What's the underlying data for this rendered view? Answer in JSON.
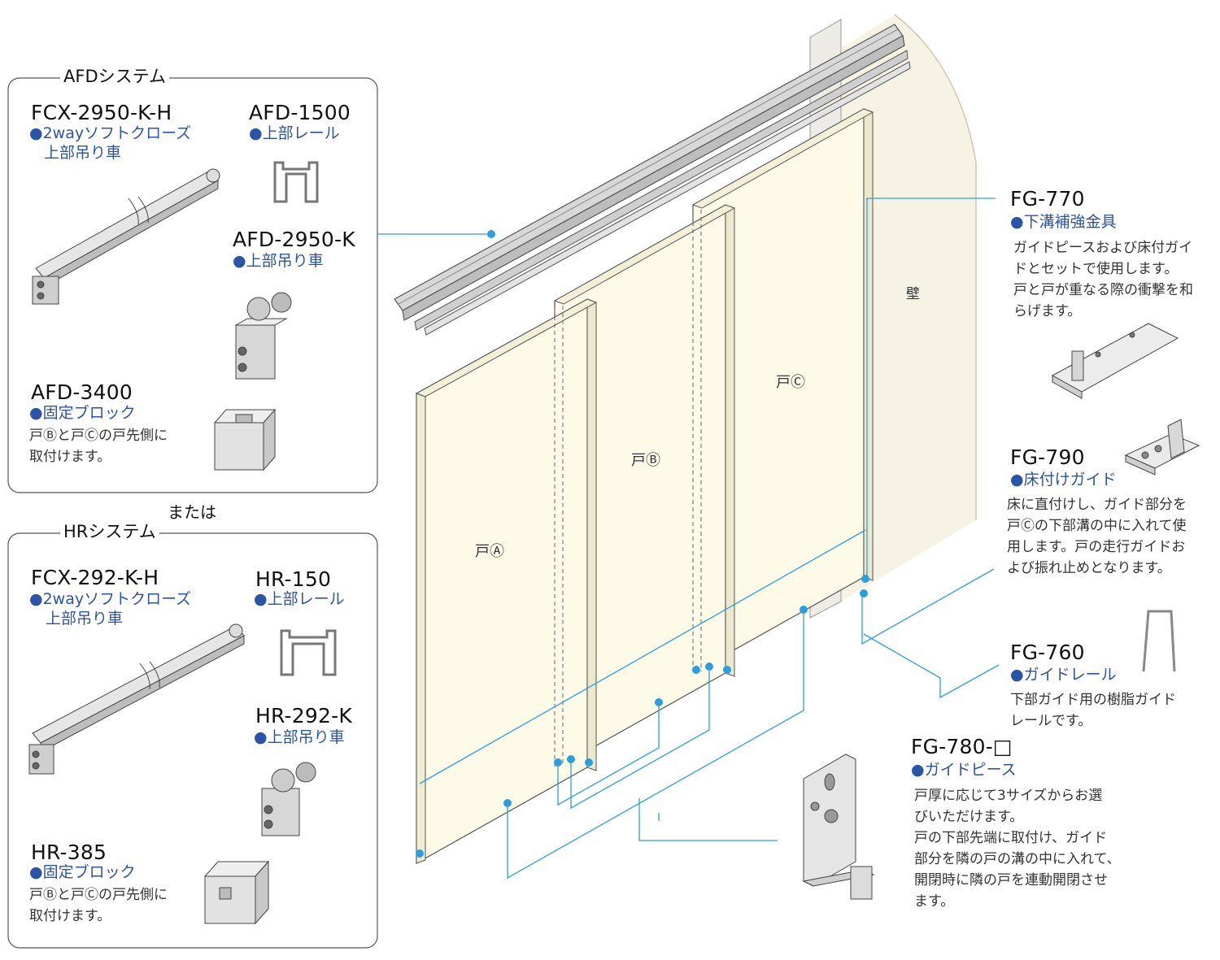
{
  "afd_system": {
    "title": "AFDシステム",
    "parts": [
      {
        "code": "FCX-2950-K-H",
        "feature": "●2wayソフトクローズ",
        "feature2": "上部吊り車"
      },
      {
        "code": "AFD-1500",
        "feature": "●上部レール"
      },
      {
        "code": "AFD-2950-K",
        "feature": "●上部吊り車"
      },
      {
        "code": "AFD-3400",
        "feature": "●固定ブロック",
        "desc": [
          "戸Ⓑと戸Ⓒの戸先側に",
          "取付けます。"
        ]
      }
    ]
  },
  "or_label": "または",
  "hr_system": {
    "title": "HRシステム",
    "parts": [
      {
        "code": "FCX-292-K-H",
        "feature": "●2wayソフトクローズ",
        "feature2": "上部吊り車"
      },
      {
        "code": "HR-150",
        "feature": "●上部レール"
      },
      {
        "code": "HR-292-K",
        "feature": "●上部吊り車"
      },
      {
        "code": "HR-385",
        "feature": "●固定ブロック",
        "desc": [
          "戸Ⓑと戸Ⓒの戸先側に",
          "取付けます。"
        ]
      }
    ]
  },
  "right_parts": [
    {
      "code": "FG-770",
      "feature": "●下溝補強金具",
      "desc": [
        "ガイドピースおよび床付ガイ",
        "ドとセットで使用します。",
        "戸と戸が重なる際の衝撃を和",
        "らげます。"
      ]
    },
    {
      "code": "FG-790",
      "feature": "●床付けガイド",
      "desc": [
        "床に直付けし、ガイド部分を",
        "戸Ⓒの下部溝の中に入れて使",
        "用します。戸の走行ガイドお",
        "よび振れ止めとなります。"
      ]
    },
    {
      "code": "FG-760",
      "feature": "●ガイドレール",
      "desc": [
        "下部ガイド用の樹脂ガイド",
        "レールです。"
      ]
    },
    {
      "code": "FG-780-□",
      "feature": "●ガイドピース",
      "desc": [
        "戸厚に応じて3サイズからお選",
        "びいただけます。",
        "戸の下部先端に取付け、ガイド",
        "部分を隣の戸の溝の中に入れて、",
        "開閉時に隣の戸を連動開閉させ",
        "ます。"
      ]
    }
  ],
  "doors": {
    "a": "戸Ⓐ",
    "b": "戸Ⓑ",
    "c": "戸Ⓒ"
  },
  "wall_label": "壁",
  "colors": {
    "callout": "#2a9fe0",
    "door_fill": "#fdfbe8",
    "wall_fill": "#f6f2e4",
    "feature_text": "#2b53a6"
  }
}
